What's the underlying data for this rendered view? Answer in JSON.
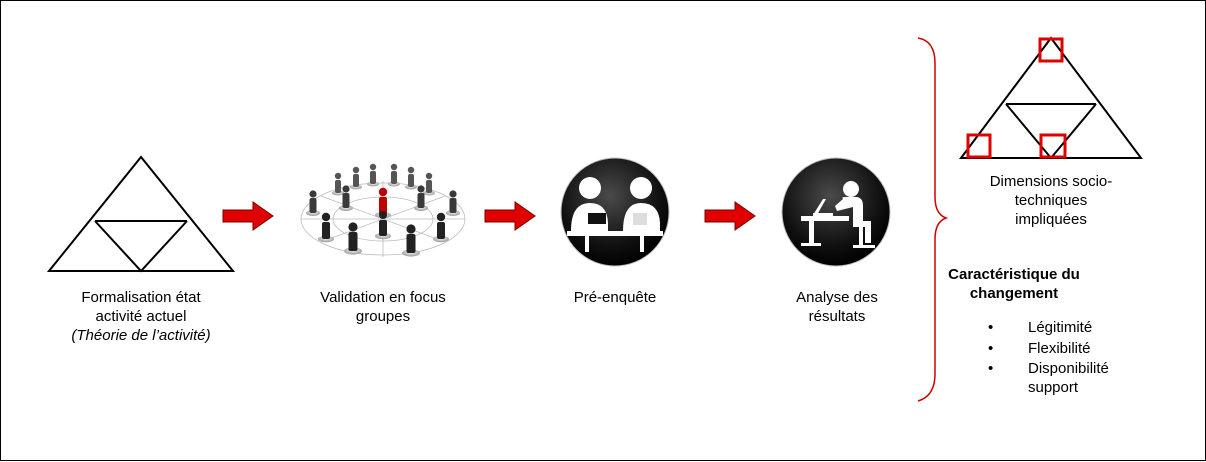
{
  "steps": [
    {
      "name": "formalisation",
      "caption": [
        "Formalisation état",
        "activité actuel"
      ],
      "subcaption": "(Théorie de l’activité)",
      "icon": "activity-triangle-icon"
    },
    {
      "name": "validation",
      "caption": [
        "Validation en focus",
        "groupes"
      ],
      "icon": "people-network-icon"
    },
    {
      "name": "pre-enquete",
      "caption": [
        "Pré-enquête"
      ],
      "icon": "interview-icon"
    },
    {
      "name": "analyse",
      "caption": [
        "Analyse des",
        "résultats"
      ],
      "icon": "analyst-at-desk-icon"
    }
  ],
  "arrows": {
    "icon": "red-arrow-icon",
    "color": "#e00000"
  },
  "brace": {
    "icon": "curly-brace-icon",
    "color": "#d00000"
  },
  "dimensions": {
    "caption": [
      "Dimensions socio-",
      "techniques",
      "impliquées"
    ],
    "highlight_color": "#e00000"
  },
  "characteristics": {
    "title": [
      "Caractéristique du",
      "changement"
    ],
    "items": [
      {
        "bullet": "•",
        "label": [
          "Légitimité"
        ]
      },
      {
        "bullet": "•",
        "label": [
          "Flexibilité"
        ]
      },
      {
        "bullet": "•",
        "label": [
          "Disponibilité",
          "support"
        ]
      }
    ]
  }
}
